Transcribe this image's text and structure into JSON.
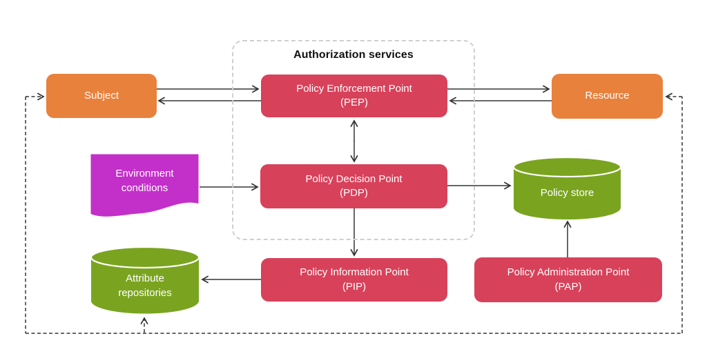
{
  "diagram": {
    "group_label": "Authorization services",
    "nodes": {
      "subject": {
        "label": "Subject",
        "shape": "rounded-rect"
      },
      "pep": {
        "label": "Policy Enforcement Point",
        "sub": "(PEP)",
        "shape": "rounded-rect"
      },
      "resource": {
        "label": "Resource",
        "shape": "rounded-rect"
      },
      "environment": {
        "label": "Environment conditions",
        "shape": "wave"
      },
      "pdp": {
        "label": "Policy Decision Point",
        "sub": "(PDP)",
        "shape": "rounded-rect"
      },
      "policy_store": {
        "label": "Policy store",
        "shape": "cylinder"
      },
      "attribute_repositories": {
        "label": "Attribute repositories",
        "shape": "cylinder"
      },
      "pip": {
        "label": "Policy Information Point",
        "sub": "(PIP)",
        "shape": "rounded-rect"
      },
      "pap": {
        "label": "Policy Administration Point",
        "sub": "(PAP)",
        "shape": "rounded-rect"
      }
    },
    "edges": [
      {
        "from": "Subject",
        "to": "Policy Enforcement Point (PEP)",
        "style": "solid"
      },
      {
        "from": "Policy Enforcement Point (PEP)",
        "to": "Subject",
        "style": "solid"
      },
      {
        "from": "Policy Enforcement Point (PEP)",
        "to": "Resource",
        "style": "solid"
      },
      {
        "from": "Resource",
        "to": "Policy Enforcement Point (PEP)",
        "style": "solid"
      },
      {
        "from": "Policy Enforcement Point (PEP)",
        "to": "Policy Decision Point (PDP)",
        "style": "solid-bidirectional"
      },
      {
        "from": "Environment conditions",
        "to": "Policy Decision Point (PDP)",
        "style": "solid"
      },
      {
        "from": "Policy Decision Point (PDP)",
        "to": "Policy store",
        "style": "solid"
      },
      {
        "from": "Policy Decision Point (PDP)",
        "to": "Policy Information Point (PIP)",
        "style": "solid"
      },
      {
        "from": "Policy Information Point (PIP)",
        "to": "Attribute repositories",
        "style": "solid"
      },
      {
        "from": "Policy Administration Point (PAP)",
        "to": "Policy store",
        "style": "solid"
      },
      {
        "from": "dashed-loop",
        "to": "Subject",
        "style": "dashed"
      },
      {
        "from": "dashed-loop",
        "to": "Resource",
        "style": "dashed"
      },
      {
        "from": "dashed-loop",
        "to": "Attribute repositories",
        "style": "dashed"
      }
    ]
  },
  "colors": {
    "node_red": "#D8415A",
    "node_orange": "#E8813C",
    "node_green": "#7AA420",
    "node_magenta": "#C32FC9",
    "arrow": "#333333",
    "container_border": "#CFCFCF",
    "title_text": "#111111",
    "label_text": "#FFFFFF",
    "background": "#FFFFFF"
  }
}
